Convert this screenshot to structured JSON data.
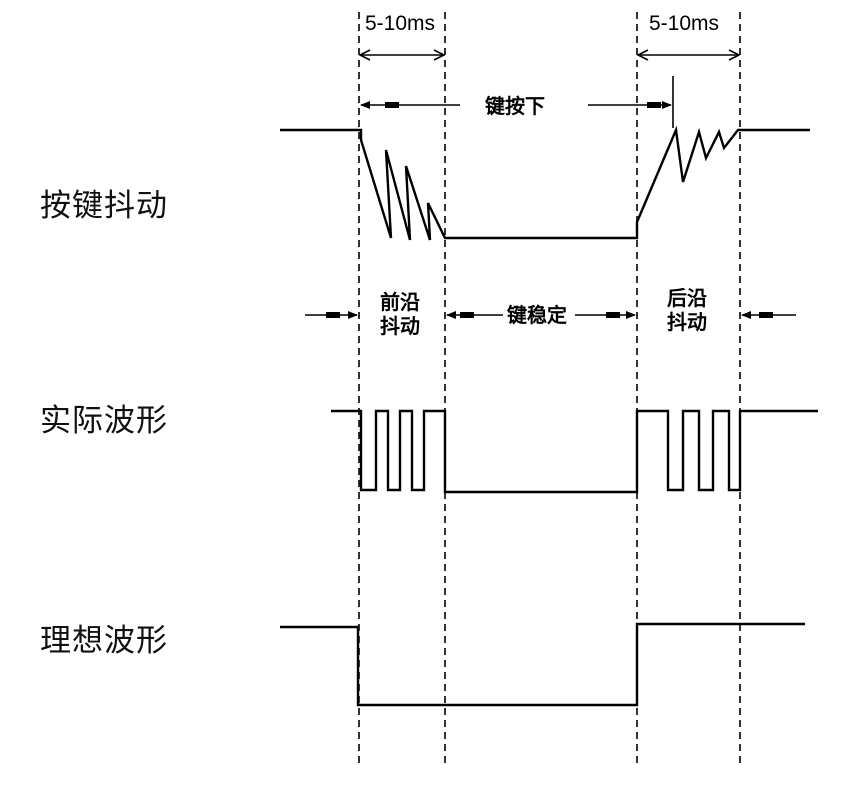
{
  "rows": {
    "key_bounce": "按键抖动",
    "actual_waveform": "实际波形",
    "ideal_waveform": "理想波形"
  },
  "dimensions": {
    "leading_duration": "5-10ms",
    "trailing_duration": "5-10ms"
  },
  "annotations": {
    "key_pressed": "键按下",
    "leading_bounce_line1": "前沿",
    "leading_bounce_line2": "抖动",
    "key_stable": "键稳定",
    "trailing_bounce_line1": "后沿",
    "trailing_bounce_line2": "抖动"
  }
}
